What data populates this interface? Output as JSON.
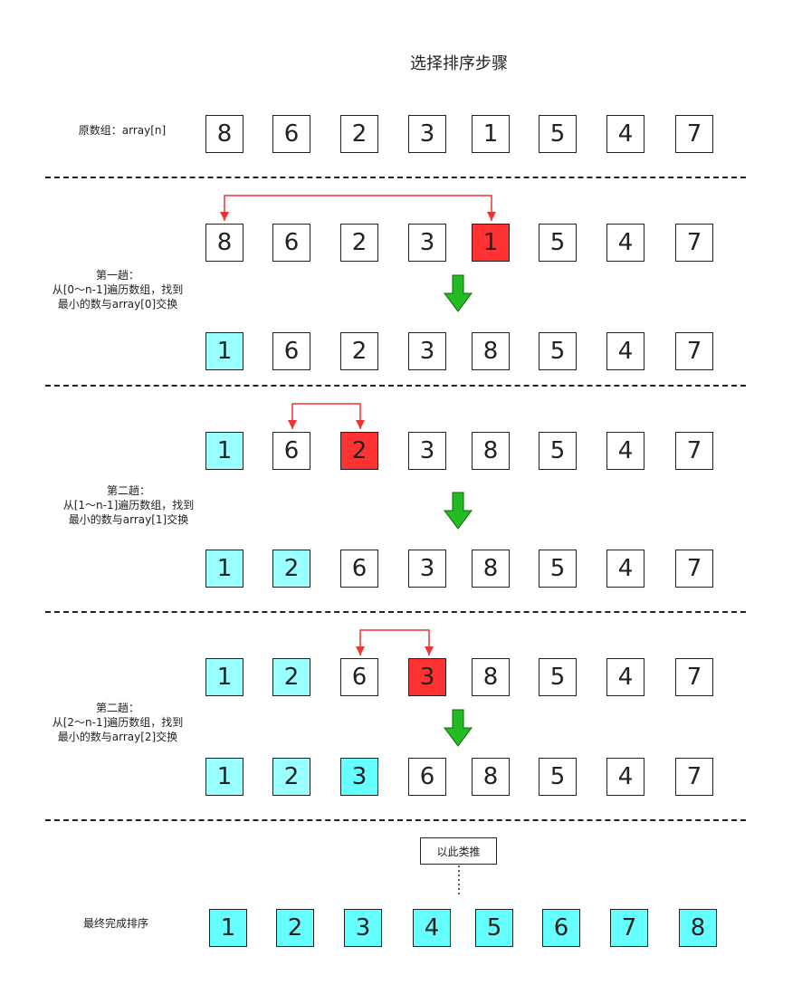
{
  "title": "选择排序步骤",
  "rows": {
    "original": {
      "label": "原数组：array[n]",
      "values": [
        "8",
        "6",
        "2",
        "3",
        "1",
        "5",
        "4",
        "7"
      ]
    },
    "pass1_before": {
      "values": [
        "8",
        "6",
        "2",
        "3",
        "1",
        "5",
        "4",
        "7"
      ]
    },
    "pass1_after": {
      "values": [
        "1",
        "6",
        "2",
        "3",
        "8",
        "5",
        "4",
        "7"
      ]
    },
    "pass2_before": {
      "values": [
        "1",
        "6",
        "2",
        "3",
        "8",
        "5",
        "4",
        "7"
      ]
    },
    "pass2_after": {
      "values": [
        "1",
        "2",
        "6",
        "3",
        "8",
        "5",
        "4",
        "7"
      ]
    },
    "pass3_before": {
      "values": [
        "1",
        "2",
        "6",
        "3",
        "8",
        "5",
        "4",
        "7"
      ]
    },
    "pass3_after": {
      "values": [
        "1",
        "2",
        "3",
        "6",
        "8",
        "5",
        "4",
        "7"
      ]
    },
    "final": {
      "label": "最终完成排序",
      "values": [
        "1",
        "2",
        "3",
        "4",
        "5",
        "6",
        "7",
        "8"
      ]
    }
  },
  "passes": {
    "pass1": {
      "line1": "第一趟：",
      "line2": "从[0～n-1]遍历数组，找到",
      "line3": "最小的数与array[0]交换"
    },
    "pass2": {
      "line1": "第二趟：",
      "line2": "从[1～n-1]遍历数组，找到",
      "line3": "最小的数与array[1]交换"
    },
    "pass3": {
      "line1": "第二趟：",
      "line2": "从[2～n-1]遍历数组，找到",
      "line3": "最小的数与array[2]交换"
    }
  },
  "etc_label": "以此类推",
  "colors": {
    "swap_min": "#ff3333",
    "sorted": "#66ffff",
    "arrow_swap": "#ee3333",
    "arrow_down": "#22bb22"
  }
}
